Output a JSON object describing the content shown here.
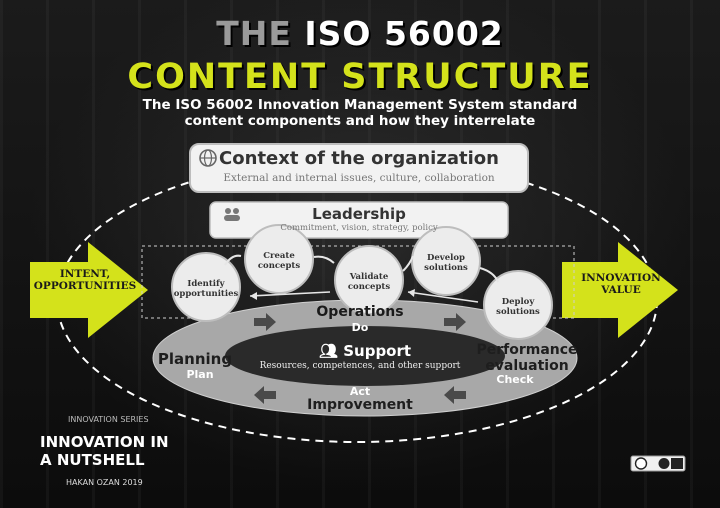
{
  "title": {
    "line1_a": "THE",
    "line1_b": "ISO 56002",
    "line2": "CONTENT STRUCTURE",
    "subtitle_1": "The ISO 56002 Innovation Management System standard",
    "subtitle_2": "content components and how they interrelate"
  },
  "context": {
    "title": "Context of the organization",
    "subtitle": "External and internal issues, culture, collaboration",
    "icon": "globe-icon"
  },
  "leadership": {
    "title": "Leadership",
    "subtitle": "Commitment, vision, strategy, policy",
    "icon": "people-icon"
  },
  "input": {
    "line1": "INTENT,",
    "line2": "OPPORTUNITIES"
  },
  "output": {
    "line1": "INNOVATION",
    "line2": "VALUE"
  },
  "process": [
    {
      "line1": "Identify",
      "line2": "opportunities"
    },
    {
      "line1": "Create",
      "line2": "concepts"
    },
    {
      "line1": "Validate",
      "line2": "concepts"
    },
    {
      "line1": "Develop",
      "line2": "solutions"
    },
    {
      "line1": "Deploy",
      "line2": "solutions"
    }
  ],
  "pdca": {
    "operations": "Operations",
    "do": "Do",
    "planning": "Planning",
    "plan": "Plan",
    "performance": "Performance evaluation",
    "check": "Check",
    "act": "Act",
    "improvement": "Improvement"
  },
  "support": {
    "title": "Support",
    "subtitle": "Resources, competences, and other support",
    "icon": "people-icon"
  },
  "footer": {
    "series": "INNOVATION SERIES",
    "brand_1": "INNOVATION IN",
    "brand_2": "A NUTSHELL",
    "author": "HAKAN OZAN 2019",
    "license_icon": "creative-commons-icon"
  },
  "colors": {
    "accent": "#d4e21b",
    "background": "#141414",
    "ring": "#a8a8a8",
    "support_band": "#2a2a2a"
  }
}
